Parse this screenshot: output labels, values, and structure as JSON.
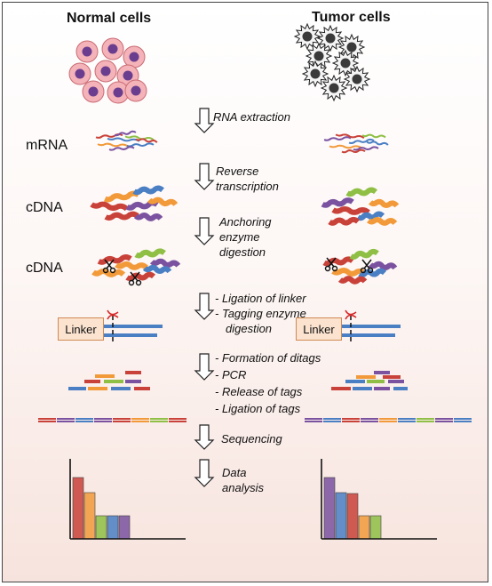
{
  "headers": {
    "normal": "Normal cells",
    "tumor": "Tumor cells"
  },
  "row_labels": {
    "mrna": "mRNA",
    "cdna1": "cDNA",
    "cdna2": "cDNA"
  },
  "steps": {
    "s1": "RNA extraction",
    "s2a": "Reverse",
    "s2b": "transcription",
    "s3a": "Anchoring",
    "s3b": "enzyme",
    "s3c": "digestion",
    "s4a": "- Ligation of linker",
    "s4b": "- Tagging enzyme",
    "s4c": "digestion",
    "s5a": "- Formation of ditags",
    "s5b": "- PCR",
    "s5c": "- Release of tags",
    "s5d": "- Ligation of tags",
    "s6": "Sequencing",
    "s7a": "Data",
    "s7b": "analysis"
  },
  "linker": {
    "left": "Linker",
    "right": "Linker"
  },
  "colors": {
    "red": "#c9423a",
    "blue": "#4a7fc4",
    "green": "#8fbf45",
    "purple": "#7a52a0",
    "orange": "#f29a3a",
    "cell_outer": "#f4b3b8",
    "cell_nucleus": "#6a3d8f",
    "tumor": "#3a3a3a"
  },
  "chart_data": [
    {
      "type": "bar",
      "title": "",
      "values": [
        0.69,
        0.52,
        0.26,
        0.26,
        0.26
      ],
      "colors": [
        "red",
        "orange",
        "green",
        "blue",
        "purple"
      ]
    },
    {
      "type": "bar",
      "title": "",
      "values": [
        0.69,
        0.52,
        0.51,
        0.26,
        0.26
      ],
      "colors": [
        "purple",
        "blue",
        "red",
        "orange",
        "green"
      ]
    }
  ]
}
